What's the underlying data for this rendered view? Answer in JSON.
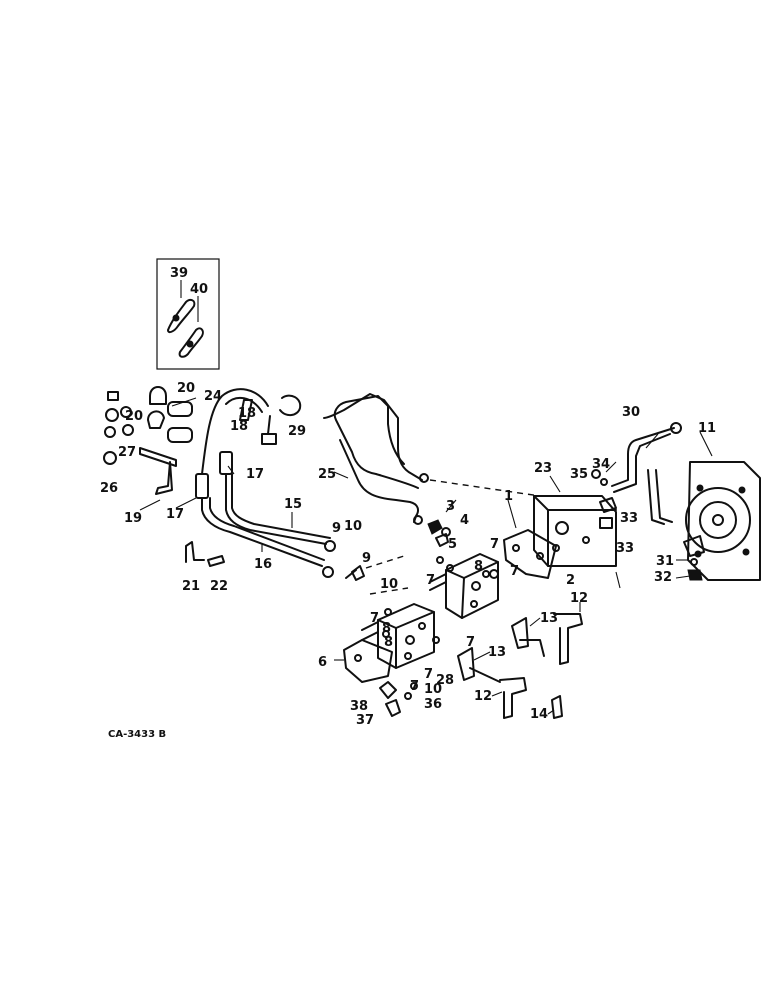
{
  "figure_id": "CA-3433 B",
  "callouts": {
    "c1": "1",
    "c2": "2",
    "c3": "3",
    "c4": "4",
    "c5": "5",
    "c6": "6",
    "c7a": "7",
    "c7b": "7",
    "c7c": "7",
    "c7d": "7",
    "c7e": "7",
    "c7f": "7",
    "c7g": "7",
    "c8a": "8",
    "c8b": "8",
    "c8c": "8",
    "c9a": "9",
    "c9b": "9",
    "c10a": "10",
    "c10b": "10",
    "c10c": "10",
    "c11": "11",
    "c12a": "12",
    "c12b": "12",
    "c13a": "13",
    "c13b": "13",
    "c14": "14",
    "c15": "15",
    "c16": "16",
    "c17a": "17",
    "c17b": "17",
    "c18a": "18",
    "c18b": "18",
    "c19": "19",
    "c20a": "20",
    "c20b": "20",
    "c21": "21",
    "c22": "22",
    "c23": "23",
    "c24": "24",
    "c25": "25",
    "c26": "26",
    "c27": "27",
    "c28": "28",
    "c29": "29",
    "c30": "30",
    "c31": "31",
    "c32": "32",
    "c33a": "33",
    "c33b": "33",
    "c34": "34",
    "c35": "35",
    "c36": "36",
    "c37": "37",
    "c38": "38",
    "c39": "39",
    "c40": "40"
  }
}
